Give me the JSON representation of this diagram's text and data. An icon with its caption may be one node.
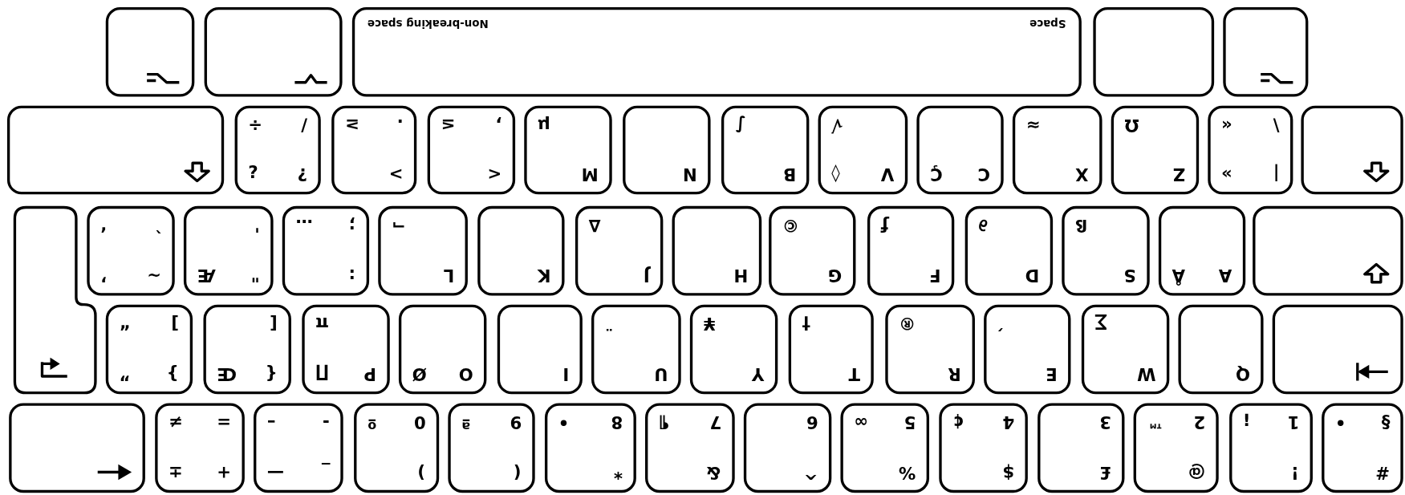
{
  "diagram": {
    "nodes": [
      {
        "text": [],
        "shape": "box"
      },
      {
        "text": [],
        "shape": "box"
      },
      {
        "text": [
          "Non-breaking space",
          "Space"
        ]
      },
      {
        "text": [],
        "shape": "box"
      },
      {
        "text": [],
        "shape": "box"
      },
      {
        "text": [],
        "shape": "box"
      },
      {
        "text": [
          "÷",
          "/",
          "¿",
          "?"
        ]
      },
      {
        "text": [
          "≥",
          ".",
          ">"
        ]
      },
      {
        "text": [
          "≤",
          ",",
          "<"
        ]
      },
      {
        "text": [
          "µ",
          "M"
        ]
      },
      {
        "text": [
          "N"
        ]
      },
      {
        "text": [
          "∫",
          "B"
        ]
      },
      {
        "text": [
          "√",
          "◊",
          "V"
        ]
      },
      {
        "text": [
          "Ç",
          "C"
        ]
      },
      {
        "text": [
          "≈",
          "X"
        ]
      },
      {
        "text": [
          "Ω",
          "Z"
        ]
      },
      {
        "text": [
          "«",
          "\\",
          "»",
          "|"
        ]
      },
      {
        "text": [],
        "shape": "box"
      },
      {
        "text": [],
        "shape": "box"
      },
      {
        "text": [
          "‘",
          "`",
          "’",
          "~"
        ]
      },
      {
        "text": [
          "'",
          "Æ",
          "\""
        ]
      },
      {
        "text": [
          "…",
          ";",
          ":"
        ]
      },
      {
        "text": [
          "¬",
          "L"
        ]
      },
      {
        "text": [
          "K"
        ]
      },
      {
        "text": [
          "∆",
          "J"
        ]
      },
      {
        "text": [
          "H"
        ]
      },
      {
        "text": [
          "©",
          "G"
        ]
      },
      {
        "text": [
          "ƒ",
          "F"
        ]
      },
      {
        "text": [
          "∂",
          "D"
        ]
      },
      {
        "text": [
          "ß",
          "S"
        ]
      },
      {
        "text": [
          "Å",
          "A"
        ]
      },
      {
        "text": [],
        "shape": "box"
      },
      {
        "text": [
          "“",
          "]",
          "”",
          "}"
        ]
      },
      {
        "text": [
          "[",
          "Œ",
          "{"
        ]
      },
      {
        "text": [
          "π",
          "∏",
          "P"
        ]
      },
      {
        "text": [
          "Ø",
          "O"
        ]
      },
      {
        "text": [
          "I"
        ]
      },
      {
        "text": [
          "¨",
          "U"
        ]
      },
      {
        "text": [
          "¥",
          "Y"
        ]
      },
      {
        "text": [
          "†",
          "T"
        ]
      },
      {
        "text": [
          "®",
          "R"
        ]
      },
      {
        "text": [
          "´",
          "E"
        ]
      },
      {
        "text": [
          "∑",
          "W"
        ]
      },
      {
        "text": [
          "Q"
        ]
      },
      {
        "text": [],
        "shape": "box"
      },
      {
        "text": [],
        "shape": "box"
      },
      {
        "text": [
          "≠",
          "=",
          "±",
          "+"
        ]
      },
      {
        "text": [
          "–",
          "-",
          "—",
          "_"
        ]
      },
      {
        "text": [
          "º",
          "0",
          ")"
        ]
      },
      {
        "text": [
          "ª",
          "9",
          "("
        ]
      },
      {
        "text": [
          "•",
          "8",
          "*"
        ]
      },
      {
        "text": [
          "¶",
          "7",
          "&"
        ]
      },
      {
        "text": [
          "6",
          "^"
        ]
      },
      {
        "text": [
          "∞",
          "5",
          "%"
        ]
      },
      {
        "text": [
          "¢",
          "4",
          "$"
        ]
      },
      {
        "text": [
          "3",
          "£"
        ]
      },
      {
        "text": [
          "™",
          "2",
          "@"
        ]
      },
      {
        "text": [
          "¡",
          "1",
          "!"
        ]
      },
      {
        "text": [
          "•",
          "§",
          "#"
        ]
      }
    ]
  }
}
